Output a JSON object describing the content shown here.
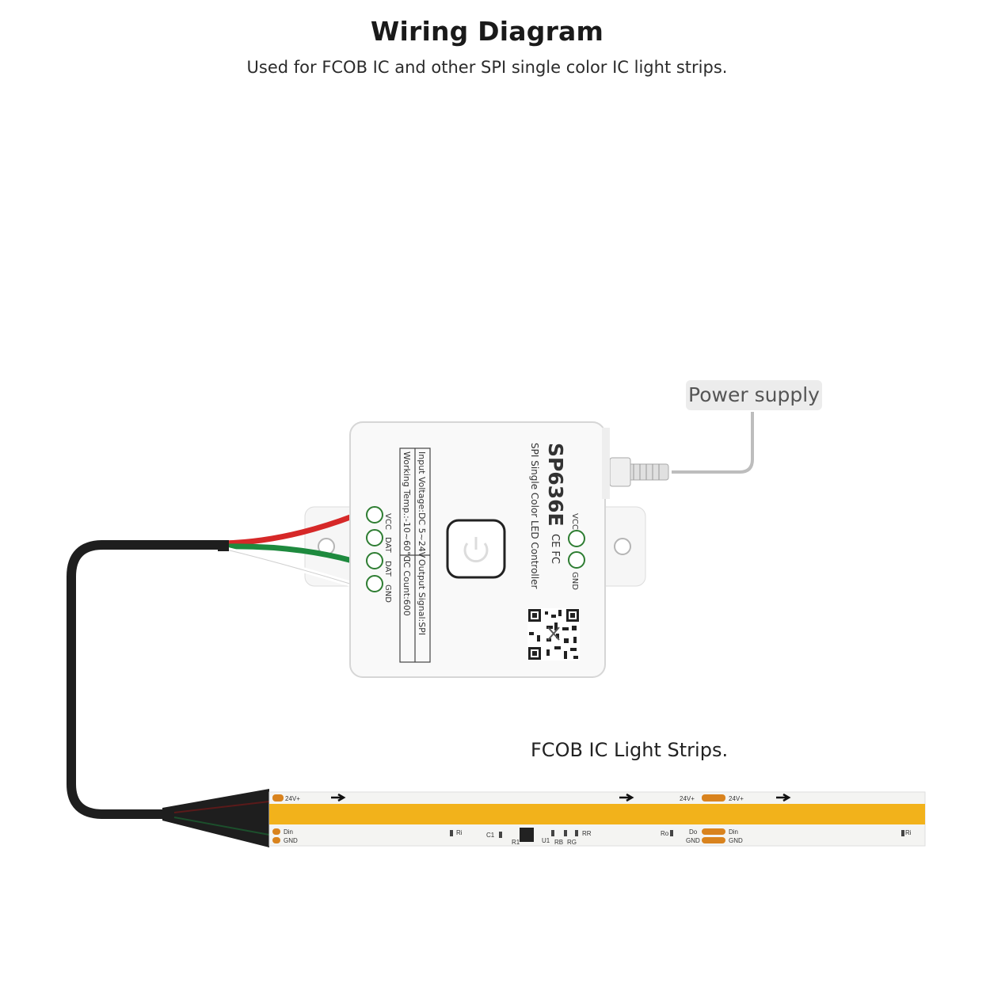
{
  "header": {
    "title": "Wiring Diagram",
    "subtitle": "Used for FCOB IC and other SPI single color IC light strips."
  },
  "power_supply": {
    "label": "Power supply"
  },
  "controller": {
    "model": "SP636E",
    "name": "SPI Single Color LED Controller",
    "input_voltage": "Input Voltage:DC 5~24V",
    "working_temp": "Working Temp.:-10~60°C",
    "output_signal": "Output Signal:SPI",
    "ic_count": "IC Count:600",
    "power_pins": [
      "VCC",
      "GND"
    ],
    "output_pins": [
      "VCC",
      "DAT",
      "DAT",
      "GND"
    ],
    "certifications": "CE FC"
  },
  "strip": {
    "label": "FCOB IC Light Strips.",
    "markings": {
      "v24": "24V+",
      "din": "Din",
      "do": "Do",
      "gnd": "GND",
      "ri": "Ri",
      "ro": "Ro",
      "c1": "C1",
      "r1": "R1",
      "u1": "U1",
      "rb": "RB",
      "rg": "RG",
      "rr": "RR"
    }
  },
  "colors": {
    "strip_yellow": "#F2B21B",
    "pad_orange": "#D9831E",
    "wire_red": "#D62828",
    "wire_green": "#1E8A3E",
    "cable_black": "#1e1e1e"
  }
}
